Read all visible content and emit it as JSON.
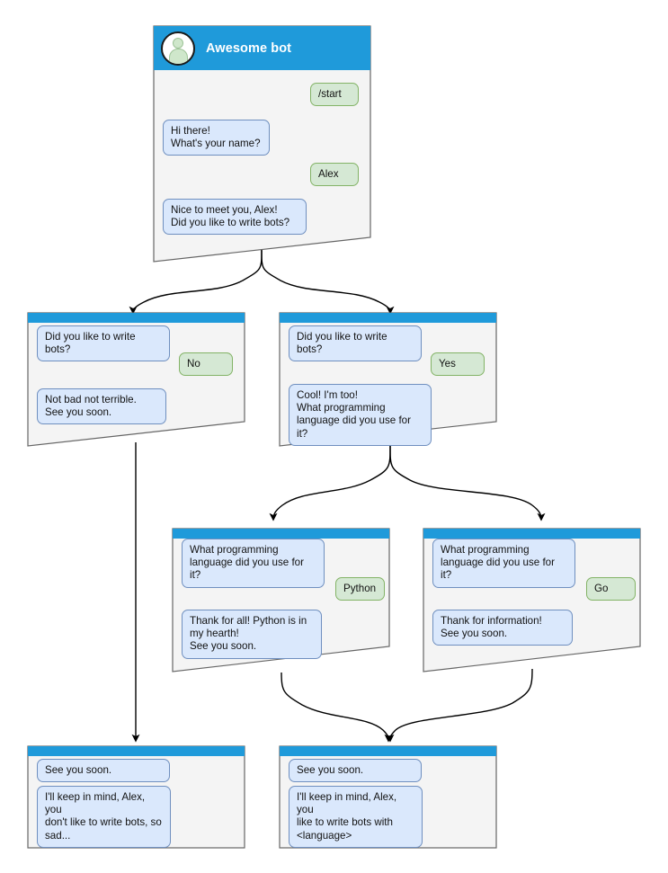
{
  "diagram": {
    "title": "Awesome bot chat flow",
    "colors": {
      "header_blue": "#1f9ada",
      "card_body": "#f4f4f4",
      "card_border": "#666666",
      "bot_bubble_fill": "#dae8fc",
      "bot_bubble_border": "#6f8fbf",
      "user_bubble_fill": "#d5e8d4",
      "user_bubble_border": "#83b366",
      "connector": "#000000",
      "title_text": "#ffffff"
    }
  },
  "cards": [
    {
      "id": "start",
      "name": "card-start",
      "header_title": "Awesome bot",
      "avatar_icon": "person-avatar-icon",
      "messages": [
        {
          "role": "user",
          "text": "/start"
        },
        {
          "role": "bot",
          "text": "Hi there!\nWhat's your name?"
        },
        {
          "role": "user",
          "text": "Alex"
        },
        {
          "role": "bot",
          "text": "Nice to meet you, Alex!\nDid you like to write bots?"
        }
      ]
    },
    {
      "id": "answer-no",
      "name": "card-answer-no",
      "header_title": "",
      "messages": [
        {
          "role": "bot",
          "text": "Did you like to write bots?"
        },
        {
          "role": "user",
          "text": "No"
        },
        {
          "role": "bot",
          "text": "Not bad not terrible.\nSee you soon."
        }
      ]
    },
    {
      "id": "answer-yes",
      "name": "card-answer-yes",
      "header_title": "",
      "messages": [
        {
          "role": "bot",
          "text": "Did you like to write bots?"
        },
        {
          "role": "user",
          "text": "Yes"
        },
        {
          "role": "bot",
          "text": "Cool! I'm too!\nWhat programming\nlanguage did you use for it?"
        }
      ]
    },
    {
      "id": "lang-python",
      "name": "card-language-python",
      "header_title": "",
      "messages": [
        {
          "role": "bot",
          "text": "What programming\nlanguage did you use for it?"
        },
        {
          "role": "user",
          "text": "Python"
        },
        {
          "role": "bot",
          "text": "Thank for all! Python is in\nmy hearth!\nSee you soon."
        }
      ]
    },
    {
      "id": "lang-go",
      "name": "card-language-go",
      "header_title": "",
      "messages": [
        {
          "role": "bot",
          "text": "What programming\nlanguage did you use for it?"
        },
        {
          "role": "user",
          "text": "Go"
        },
        {
          "role": "bot",
          "text": "Thank for information!\nSee you soon."
        }
      ]
    },
    {
      "id": "end-sad",
      "name": "card-end-sad",
      "header_title": "",
      "messages": [
        {
          "role": "bot",
          "text": "See you soon."
        },
        {
          "role": "bot",
          "text": "I'll keep in mind, Alex, you\ndon't like to write bots, so\nsad..."
        }
      ]
    },
    {
      "id": "end-happy",
      "name": "card-end-happy",
      "header_title": "",
      "messages": [
        {
          "role": "bot",
          "text": "See you soon."
        },
        {
          "role": "bot",
          "text": "I'll keep in mind, Alex, you\nlike to write bots with\n<language>"
        }
      ]
    }
  ]
}
